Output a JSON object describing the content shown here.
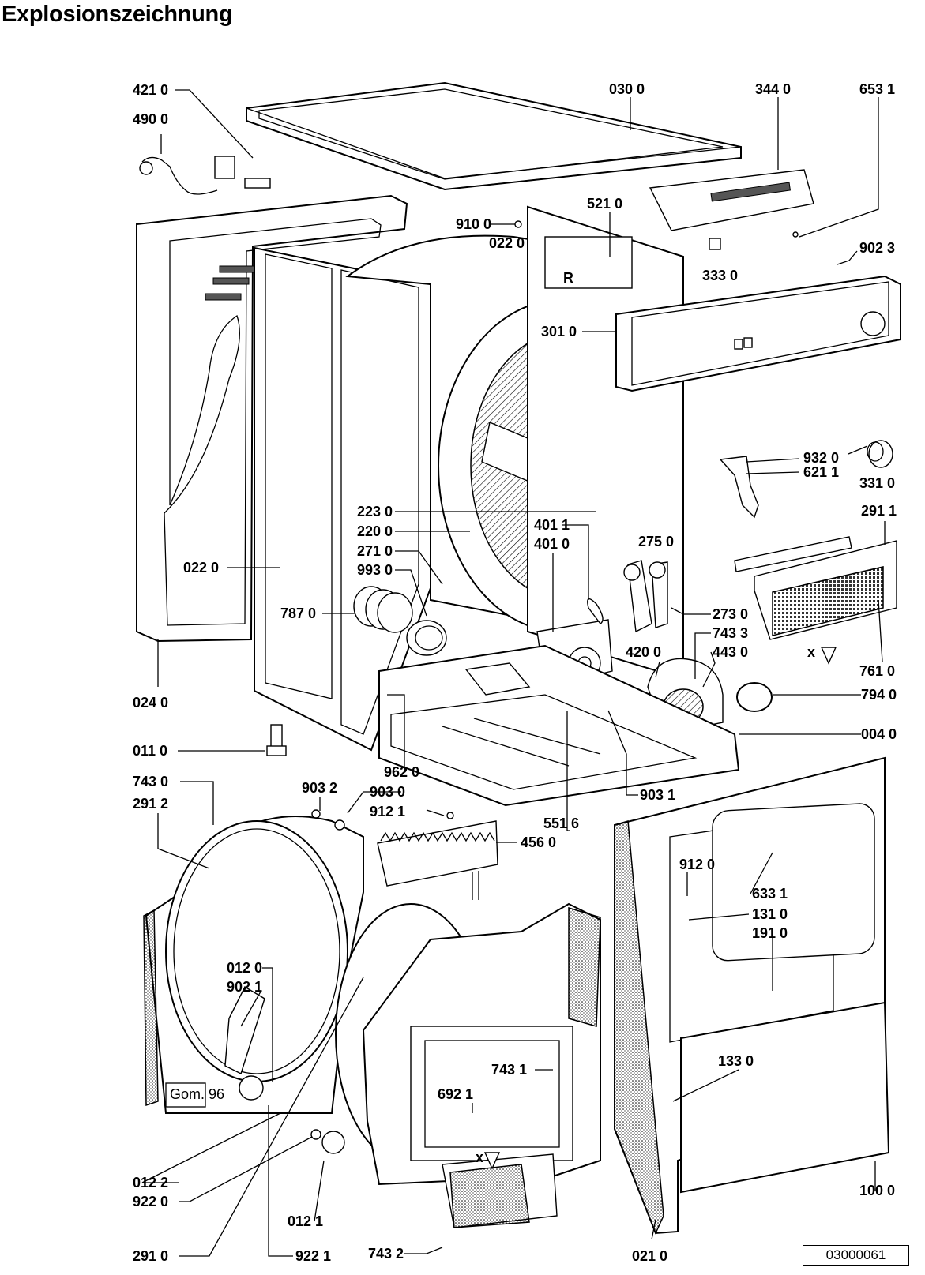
{
  "title": "Explosionszeichnung",
  "document_number": "03000061",
  "part_labels": {
    "p4210": "421 0",
    "p4900": "490 0",
    "p0300": "030 0",
    "p3440": "344 0",
    "p6531": "653 1",
    "p5210": "521 0",
    "p9100": "910 0",
    "p0220a": "022 0",
    "p3330": "333 0",
    "p9023": "902 3",
    "p3010": "301 0",
    "p9320": "932 0",
    "p6211": "621 1",
    "p3310": "331 0",
    "p2911": "291 1",
    "p2230": "223 0",
    "p2200": "220 0",
    "p4011": "401 1",
    "p4010": "401 0",
    "p2710": "271 0",
    "p2750": "275 0",
    "p9930": "993 0",
    "p0220b": "022 0",
    "p7870": "787 0",
    "p2730": "273 0",
    "p7433": "743 3",
    "p4200": "420 0",
    "p4430": "443 0",
    "p7610": "761 0",
    "p7940": "794 0",
    "p0240": "024 0",
    "p0040": "004 0",
    "p0110": "011 0",
    "p9620": "962 0",
    "p9031": "903 1",
    "p7430": "743 0",
    "p2912": "291 2",
    "p9032": "903 2",
    "p9030": "903 0",
    "p9121": "912 1",
    "p5516": "551 6",
    "p4560": "456 0",
    "p9120": "912 0",
    "p6331": "633 1",
    "p1310": "131 0",
    "p1910": "191 0",
    "p0120": "012 0",
    "p9021": "902 1",
    "p7431": "743 1",
    "p6921": "692 1",
    "p1330": "133 0",
    "p0122": "012 2",
    "p9220": "922 0",
    "p0121": "012 1",
    "p2910": "291 0",
    "p9221": "922 1",
    "p7432": "743 2",
    "p0210": "021 0",
    "p1000": "100 0"
  },
  "markers": {
    "x1": "x",
    "x2": "x",
    "stamp": "Gom. 96"
  }
}
